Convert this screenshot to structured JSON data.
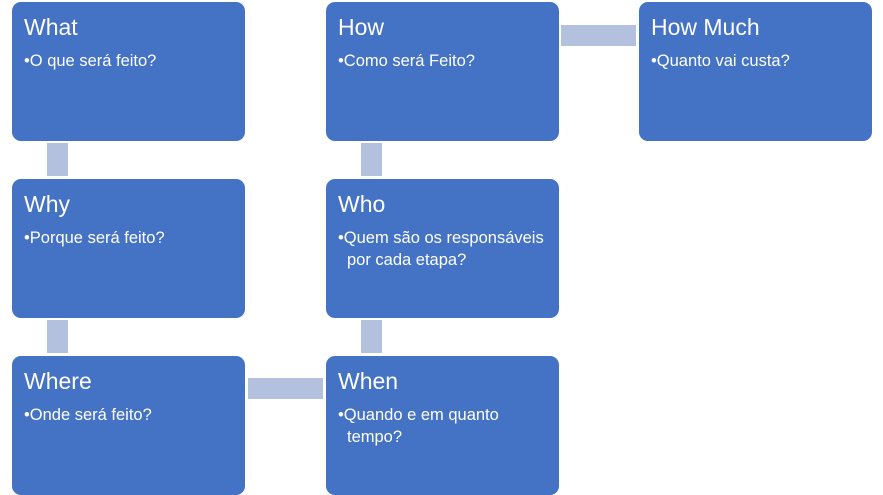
{
  "colors": {
    "card_fill": "#4472c4",
    "connector_fill": "#b4c1de",
    "text": "#ffffff"
  },
  "cards": [
    {
      "title": "What",
      "bullet": "O que será feito?"
    },
    {
      "title": "Why",
      "bullet": "Porque será feito?"
    },
    {
      "title": "Where",
      "bullet": "Onde será feito?"
    },
    {
      "title": "When",
      "bullet": "Quando e em quanto tempo?"
    },
    {
      "title": "Who",
      "bullet": "Quem são os responsáveis por cada etapa?"
    },
    {
      "title": "How",
      "bullet": "Como será Feito?"
    },
    {
      "title": "How Much",
      "bullet": "Quanto vai custa?"
    }
  ]
}
